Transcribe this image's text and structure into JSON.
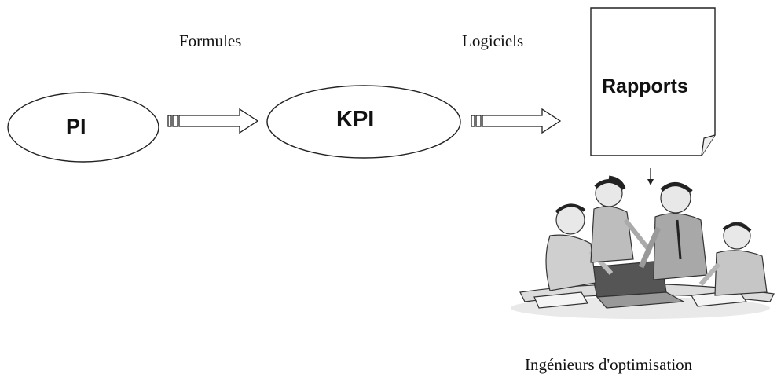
{
  "nodes": {
    "pi": "PI",
    "kpi": "KPI",
    "report": "Rapports"
  },
  "edges": {
    "pi_to_kpi": "Formules",
    "kpi_to_report": "Logiciels"
  },
  "team": {
    "label": "Ingénieurs d'optimisation",
    "illustration": "engineers-team-clipart"
  }
}
